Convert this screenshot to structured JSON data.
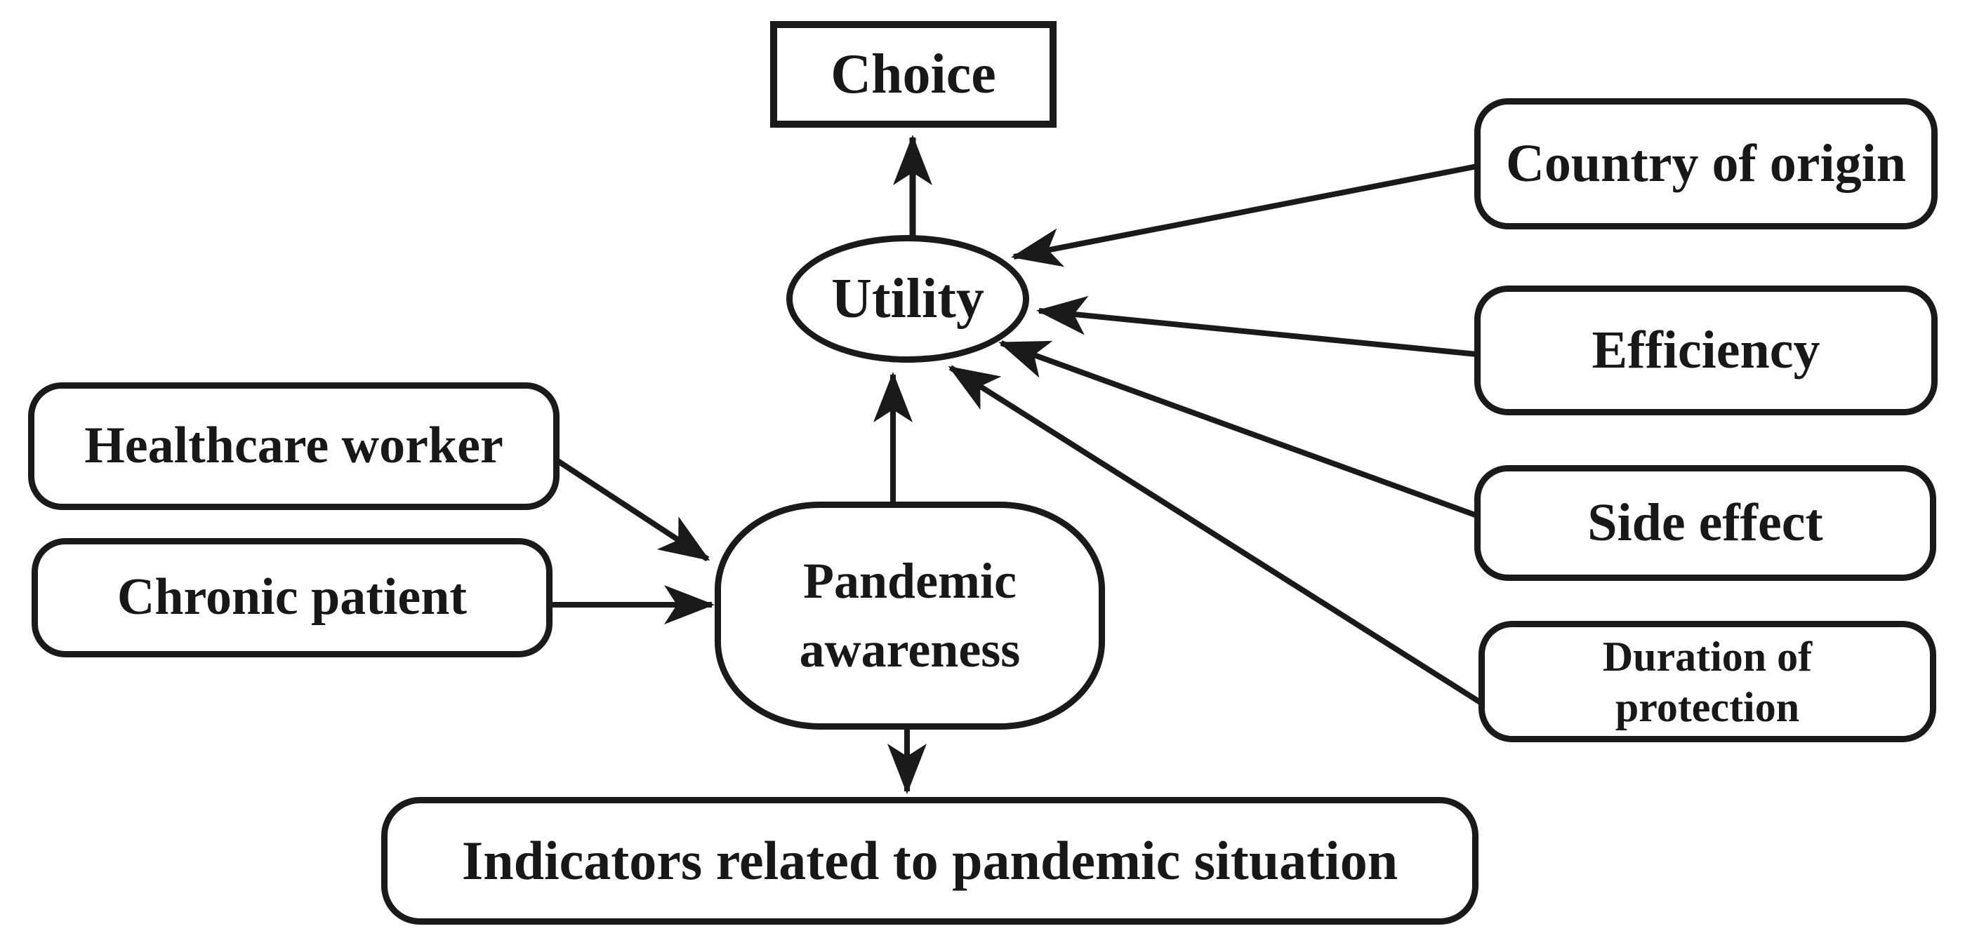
{
  "diagram": {
    "title": "Vaccine choice model structure",
    "colors": {
      "stroke": "#1a1a1a",
      "text": "#181818",
      "background": "#ffffff"
    },
    "nodes": {
      "choice": {
        "label": "Choice",
        "shape": "rectangle"
      },
      "utility": {
        "label": "Utility",
        "shape": "ellipse"
      },
      "country_of_origin": {
        "label": "Country of origin",
        "shape": "rounded-rectangle"
      },
      "efficiency": {
        "label": "Efficiency",
        "shape": "rounded-rectangle"
      },
      "side_effect": {
        "label": "Side effect",
        "shape": "rounded-rectangle"
      },
      "duration_of_protection": {
        "label": "Duration of protection",
        "lines": [
          "Duration of",
          "protection"
        ],
        "shape": "rounded-rectangle"
      },
      "healthcare_worker": {
        "label": "Healthcare worker",
        "shape": "rounded-rectangle"
      },
      "chronic_patient": {
        "label": "Chronic patient",
        "shape": "rounded-rectangle"
      },
      "pandemic_awareness": {
        "label": "Pandemic awareness",
        "lines": [
          "Pandemic",
          "awareness"
        ],
        "shape": "rounded-rectangle-barrel"
      },
      "indicators": {
        "label": "Indicators related to pandemic situation",
        "shape": "rounded-rectangle"
      }
    },
    "edges": [
      {
        "from": "utility",
        "to": "choice"
      },
      {
        "from": "country_of_origin",
        "to": "utility"
      },
      {
        "from": "efficiency",
        "to": "utility"
      },
      {
        "from": "side_effect",
        "to": "utility"
      },
      {
        "from": "duration_of_protection",
        "to": "utility"
      },
      {
        "from": "healthcare_worker",
        "to": "pandemic_awareness"
      },
      {
        "from": "chronic_patient",
        "to": "pandemic_awareness"
      },
      {
        "from": "pandemic_awareness",
        "to": "utility"
      },
      {
        "from": "pandemic_awareness",
        "to": "indicators"
      }
    ]
  }
}
